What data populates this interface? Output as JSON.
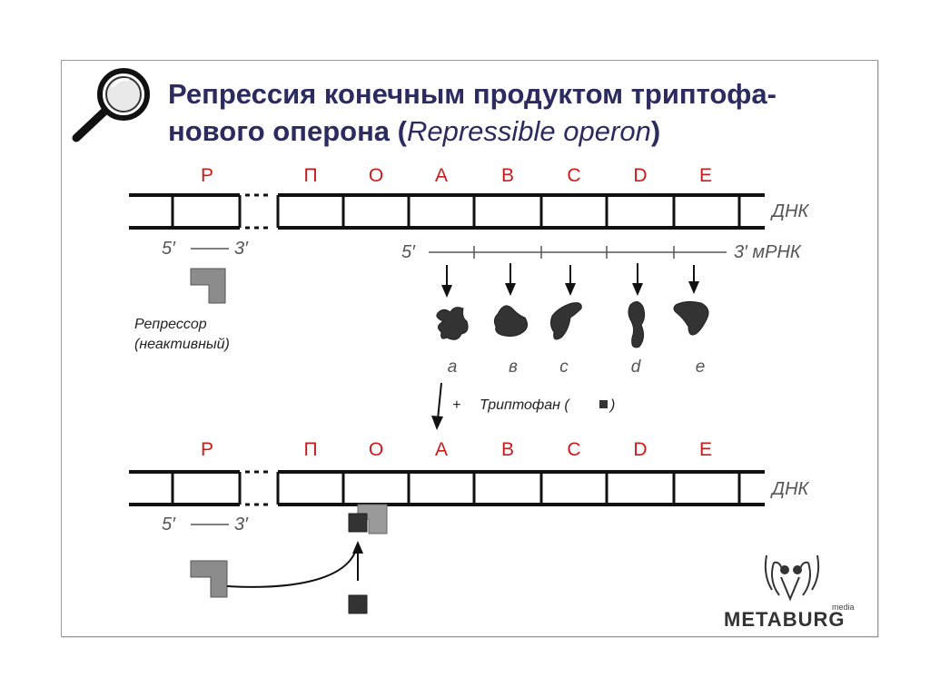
{
  "title_line1": "Репрессия конечным продуктом триптофа-",
  "title_line2_main": "нового оперона  (",
  "title_line2_italic": "Repressible operon",
  "title_line2_end": ")",
  "genes": [
    "P",
    "П",
    "О",
    "А",
    "В",
    "С",
    "D",
    "Е"
  ],
  "dna_label": "ДНК",
  "five_prime": "5′",
  "three_prime": "3′",
  "mrna_five": "5′",
  "mrna_three": "3′ мРНК",
  "repressor_line1": "Репрессор",
  "repressor_line2": "(неактивный)",
  "proteins": [
    "а",
    "в",
    "с",
    "d",
    "е"
  ],
  "tryptophan_plus": "+",
  "tryptophan_label": "Триптофан (",
  "tryptophan_end": ")",
  "logo_text": "METABURG",
  "logo_small": "media",
  "colors": {
    "title": "#2b2b5f",
    "gene": "#cc1a1a",
    "label": "#555555",
    "repressor": "#8c8c8c",
    "tryptophan": "#333333"
  }
}
